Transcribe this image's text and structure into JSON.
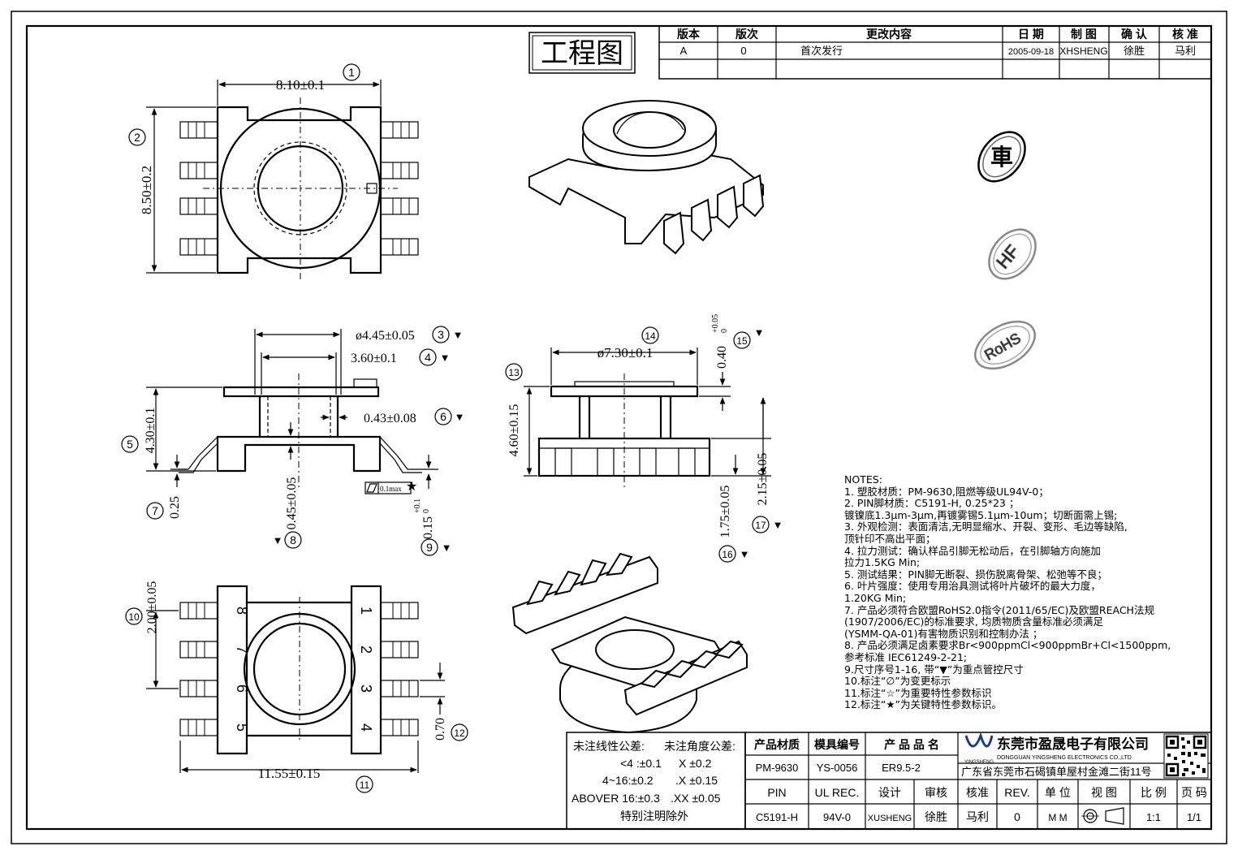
{
  "title_badge": "工程图",
  "revision_table": {
    "headers": [
      "版本",
      "版次",
      "更改内容",
      "日 期",
      "制 图",
      "确 认",
      "核 准"
    ],
    "rows": [
      [
        "A",
        "0",
        "首次发行",
        "2005-09-18",
        "XHSHENG",
        "徐胜",
        "马利"
      ]
    ]
  },
  "stamps": {
    "car": "車",
    "hf": "HF",
    "rohs": "RoHS"
  },
  "dimensions": {
    "d1": "8.10±0.1",
    "d2": "8.50±0.2",
    "d3": "ø4.45±0.05",
    "d4": "3.60±0.1",
    "d5": "4.30±0.1",
    "d6": "0.43±0.08",
    "d7": "0.25",
    "d8": "0.45±0.05",
    "d9": "0.15",
    "d9_tol": "+0.1\n0",
    "d10": "2.00±0.05",
    "d11": "11.55±0.15",
    "d12": "0.70",
    "d13": "4.60±0.15",
    "d14": "ø7.30±0.1",
    "d15": "0.40",
    "d15_tol": "+0.05\n0",
    "d16": "1.75±0.05",
    "d17": "2.15±0.05",
    "flatness": "0.1max"
  },
  "balloons": [
    "1",
    "2",
    "3",
    "4",
    "5",
    "6",
    "7",
    "8",
    "9",
    "10",
    "11",
    "12",
    "13",
    "14",
    "15",
    "16",
    "17"
  ],
  "pin_numbers_left": [
    "8",
    "7",
    "6",
    "5"
  ],
  "pin_numbers_right": [
    "1",
    "2",
    "3",
    "4"
  ],
  "notes": {
    "heading": "NOTES:",
    "lines": [
      "1.  塑胶材质：PM-9630,阻燃等级UL94V-0；",
      "2.  PIN脚材质：C5191-H, 0.25*23 ；",
      "    镀镍底1.3μm-3μm,再镀雾锡5.1μm-10um；切断面需上锡;",
      "3.  外观检测：表面清洁,无明显缩水、开裂、变形、毛边等缺陷,",
      "     顶针印不高出平面；",
      "4.  拉力测试：确认样品引脚无松动后，在引脚轴方向施加",
      "     拉力1.5KG Min;",
      "5.  测试结果：PIN脚无断裂、损伤脱离骨架、松弛等不良；",
      "6.  叶片强度：使用专用治具测试将叶片破坏的最大力度，",
      "     1.20KG Min;",
      "7.  产品必须符合欧盟RoHS2.0指令(2011/65/EC)及欧盟REACH法规",
      "     (1907/2006/EC)的标准要求, 均质物质含量标准必须满足",
      "     (YSMM-QA-01)有害物质识别和控制办法 ；",
      "8.  产品必须满足卤素要求Br<900ppmCl<900ppmBr+Cl<1500ppm,",
      "     参考标准 IEC61249-2-21;",
      "9.尺寸序号1-16, 带“▼”为重点管控尺寸",
      "10.标注“∅”为变更标示",
      "11.标注“☆”为重要特性参数标识",
      "12.标注“★”为关键特性参数标识。"
    ]
  },
  "tolerance_block": {
    "h1": "未注线性公差:",
    "h2": "未注角度公差:",
    "r1a": "<4 :±0.1",
    "r1b": "X ±0.2",
    "r2a": "4~16:±0.2",
    "r2b": ".X ±0.15",
    "r3a": "ABOVER 16:±0.3",
    "r3b": ".XX ±0.05",
    "r4": "特别注明除外"
  },
  "title_block": {
    "material_label": "产品材质",
    "material": "PM-9630",
    "mold_label": "模具编号",
    "mold": "YS-0056",
    "product_label": "产 品 品 名",
    "product": "ER9.5-2",
    "pin_label": "PIN",
    "pin": "C5191-H",
    "ul_label": "UL REC.",
    "ul": "94V-0",
    "design_label": "设计",
    "design": "XUSHENG",
    "audit_label": "审核",
    "audit": "徐胜",
    "approve_label": "核准",
    "approve": "马利",
    "rev_label": "REV.",
    "rev": "0",
    "unit_label": "单 位",
    "unit": "M M",
    "view_label": "视 图",
    "scale_label": "比 例",
    "scale": "1:1",
    "page_label": "页 码",
    "page": "1/1",
    "company_cn": "东莞市盈晟电子有限公司",
    "company_en": "DONGGUAN YINGSHENG ELECTRONICS CO.,LTD",
    "address": "广东省东莞市石碣镇单屋村金滩二街11号",
    "logo_text": "YINGSHENG"
  }
}
